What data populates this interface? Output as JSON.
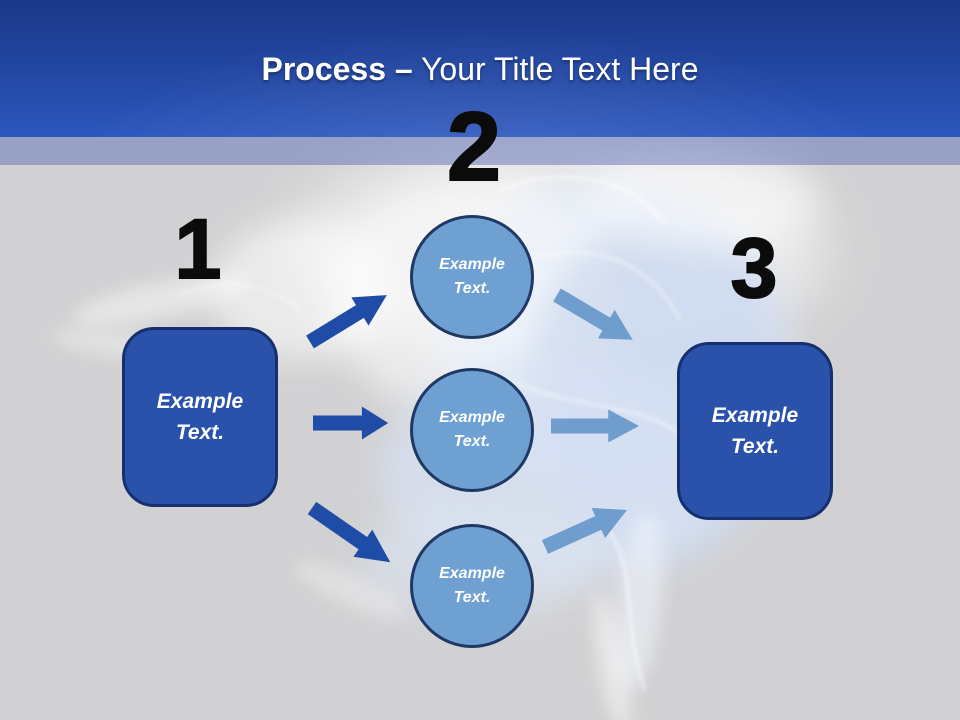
{
  "title": {
    "bold": "Process",
    "dash": "–",
    "rest": "Your Title Text Here"
  },
  "steps": [
    {
      "number": "1"
    },
    {
      "number": "2"
    },
    {
      "number": "3"
    }
  ],
  "left_box": {
    "label": "Example Text."
  },
  "right_box": {
    "label": "Example Text."
  },
  "circles": [
    {
      "label": "Example Text."
    },
    {
      "label": "Example Text."
    },
    {
      "label": "Example Text."
    }
  ],
  "colors": {
    "header_top": "#1b3888",
    "header_mid": "#21459f",
    "header_bottom": "#2c57bd",
    "band": "rgba(96,112,184,0.5)",
    "background": "#d1d1d3",
    "box_fill": "#2a52ab",
    "box_border": "#16306e",
    "circle_fill": "#6fa0d2",
    "circle_border": "#1f3864",
    "arrow_dark": "#1f4ca7",
    "arrow_light": "#6f9dcd",
    "number": "#0b0b0c",
    "title": "#ffffff"
  }
}
